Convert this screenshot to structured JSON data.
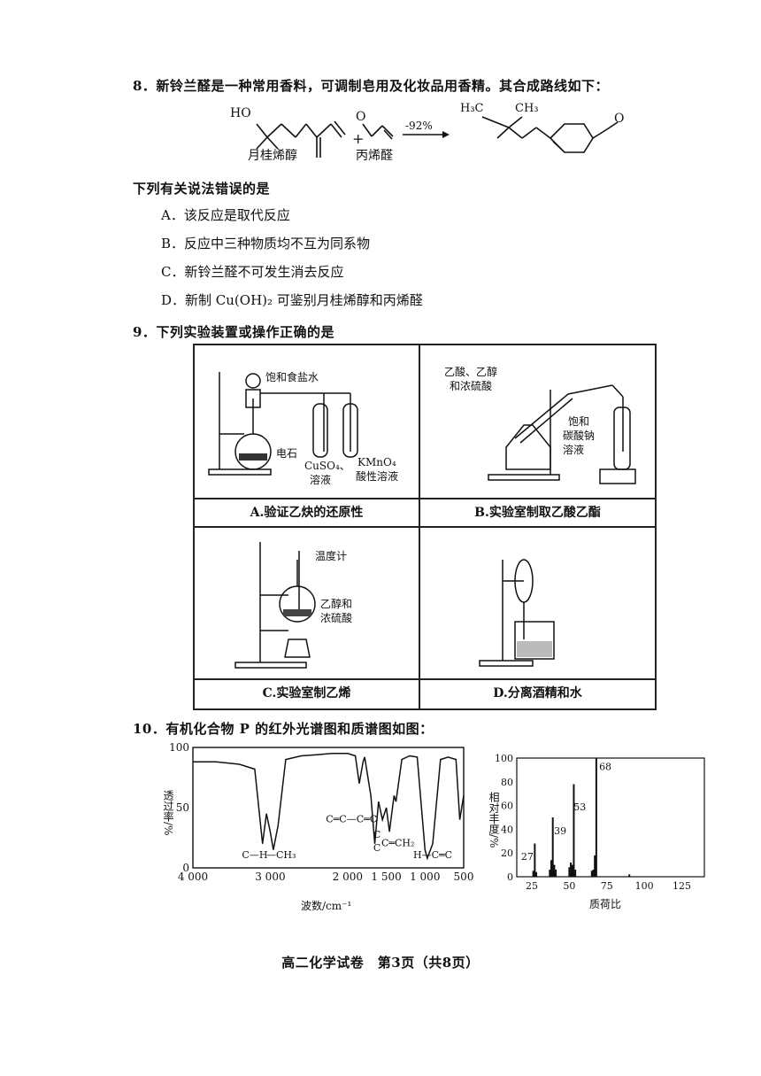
{
  "q8": {
    "stem": "8．新铃兰醛是一种常用香料，可调制皂用及化妆品用香精。其合成路线如下：",
    "reactant1": "月桂烯醇",
    "reactant2": "丙烯醛",
    "plus": "+",
    "yield": "-92%",
    "prompt": "下列有关说法错误的是",
    "options": [
      "A．该反应是取代反应",
      "B．反应中三种物质均不互为同系物",
      "C．新铃兰醛不可发生消去反应",
      "D．新制 Cu(OH)₂ 可鉴别月桂烯醇和丙烯醛"
    ]
  },
  "q9": {
    "stem": "9．下列实验装置或操作正确的是",
    "panels": [
      {
        "caption": "A.验证乙炔的还原性",
        "labels": [
          "饱和食盐水",
          "电石",
          "CuSO₄、",
          "溶液",
          "KMnO₄",
          "酸性溶液"
        ]
      },
      {
        "caption": "B.实验室制取乙酸乙酯",
        "labels": [
          "乙酸、乙醇",
          "和浓硫酸",
          "饱和",
          "碳酸钠",
          "溶液"
        ]
      },
      {
        "caption": "C.实验室制乙烯",
        "labels": [
          "温度计",
          "乙醇和",
          "浓硫酸"
        ]
      },
      {
        "caption": "D.分离酒精和水",
        "labels": []
      }
    ]
  },
  "q10": {
    "stem": "10．有机化合物 P 的红外光谱图和质谱图如图：",
    "ir": {
      "ylabel": "透过率/%",
      "xlabel": "波数/cm⁻¹",
      "yticks": [
        "100",
        "50",
        "0"
      ],
      "xticks": [
        "4 000",
        "3 000",
        "2 000",
        "1 500",
        "1 000",
        "500"
      ],
      "annotations": [
        "C—H",
        "—CH₃",
        "C═C—C═C",
        "C",
        "C",
        "C═CH₂",
        "H—C═C"
      ]
    },
    "ms": {
      "ylabel": "相对丰度/%",
      "xlabel": "质荷比",
      "yticks": [
        "100",
        "80",
        "60",
        "40",
        "20",
        "0"
      ],
      "xticks": [
        "25",
        "50",
        "75",
        "100",
        "125"
      ],
      "peak_labels": [
        "27",
        "39",
        "53",
        "68"
      ]
    }
  },
  "footer": "高二化学试卷　第3页（共8页）",
  "chart_data": [
    {
      "type": "line",
      "title": "",
      "xlabel": "波数/cm⁻¹",
      "ylabel": "透过率/%",
      "xlim": [
        4000,
        500
      ],
      "ylim": [
        0,
        100
      ],
      "x": [
        4000,
        3700,
        3400,
        3200,
        3100,
        3050,
        3000,
        2960,
        2900,
        2800,
        2600,
        2400,
        2200,
        2000,
        1900,
        1850,
        1800,
        1780,
        1700,
        1650,
        1600,
        1550,
        1500,
        1460,
        1400,
        1375,
        1300,
        1200,
        1100,
        1000,
        970,
        900,
        850,
        800,
        700,
        600,
        550,
        500
      ],
      "series": [
        {
          "name": "",
          "values": [
            88,
            88,
            86,
            82,
            20,
            45,
            30,
            15,
            35,
            90,
            93,
            94,
            95,
            95,
            93,
            70,
            88,
            92,
            60,
            20,
            55,
            40,
            50,
            30,
            60,
            55,
            90,
            93,
            92,
            15,
            8,
            20,
            55,
            90,
            92,
            90,
            40,
            60
          ]
        }
      ]
    },
    {
      "type": "bar",
      "title": "",
      "xlabel": "质荷比",
      "ylabel": "相对丰度/%",
      "xlim": [
        15,
        140
      ],
      "ylim": [
        0,
        100
      ],
      "x": [
        26,
        27,
        28,
        37,
        38,
        39,
        40,
        41,
        50,
        51,
        52,
        53,
        54,
        65,
        66,
        67,
        68,
        90
      ],
      "series": [
        {
          "name": "",
          "values": [
            5,
            28,
            4,
            6,
            14,
            50,
            10,
            6,
            8,
            12,
            10,
            78,
            6,
            5,
            6,
            18,
            100,
            2
          ]
        }
      ]
    }
  ]
}
